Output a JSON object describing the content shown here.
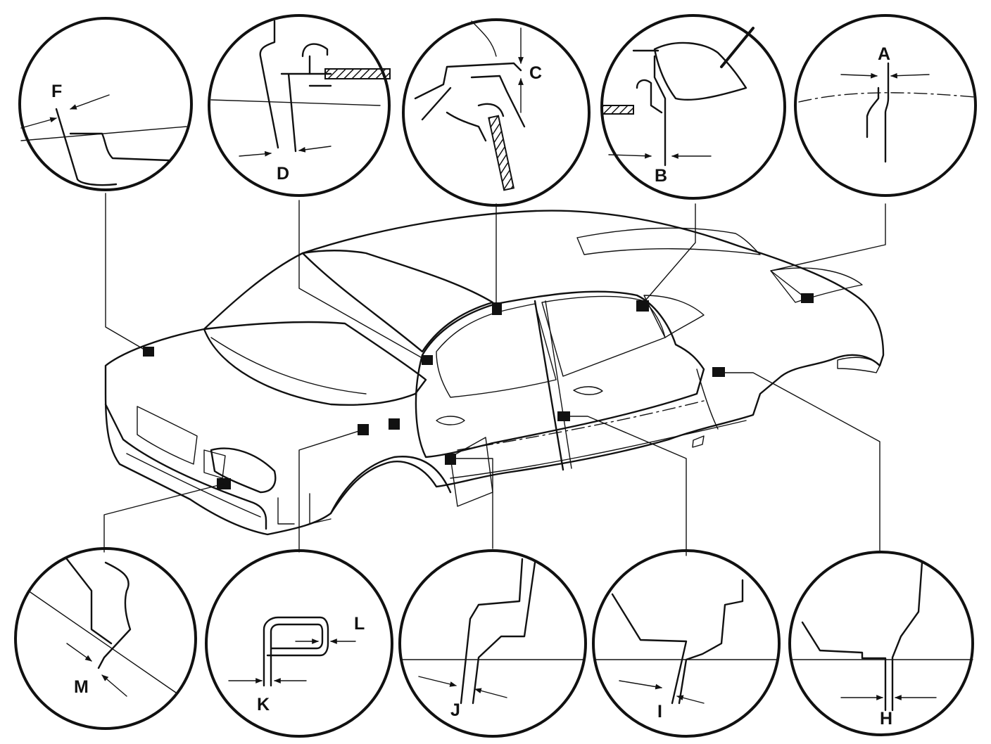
{
  "diagram": {
    "labels": {
      "A": "A",
      "B": "B",
      "C": "C",
      "D": "D",
      "F": "F",
      "H": "H",
      "I": "I",
      "J": "J",
      "K": "K",
      "L": "L",
      "M": "M"
    }
  }
}
